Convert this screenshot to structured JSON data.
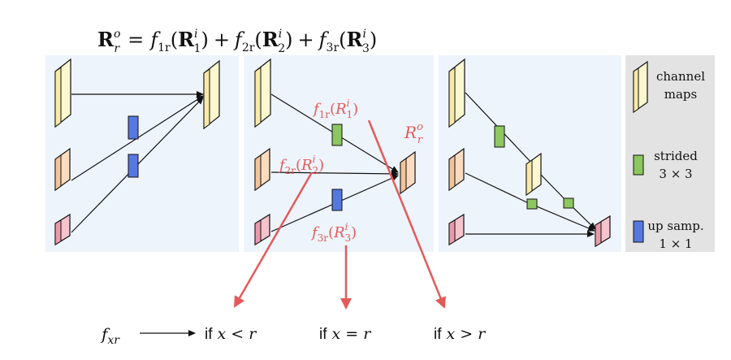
{
  "equation": {
    "lhs": "R",
    "lhs_sup": "o",
    "lhs_sub": "r",
    "eq": "=",
    "terms": [
      {
        "f": "f",
        "f_sub": "1r",
        "arg": "R",
        "arg_sup": "i",
        "arg_sub": "1"
      },
      {
        "f": "f",
        "f_sub": "2r",
        "arg": "R",
        "arg_sup": "i",
        "arg_sub": "2"
      },
      {
        "f": "f",
        "f_sub": "3r",
        "arg": "R",
        "arg_sup": "i",
        "arg_sub": "3"
      }
    ],
    "plus": "+"
  },
  "middle_labels": {
    "f1": {
      "f": "f",
      "sub": "1r",
      "arg": "R",
      "arg_sup": "i",
      "arg_sub": "1"
    },
    "f2": {
      "f": "f",
      "sub": "2r",
      "arg": "R",
      "arg_sup": "i",
      "arg_sub": "2"
    },
    "f3": {
      "f": "f",
      "sub": "3r",
      "arg": "R",
      "arg_sup": "i",
      "arg_sub": "3"
    },
    "out": {
      "base": "R",
      "sup": "o",
      "sub": "r"
    }
  },
  "legend": {
    "channel_line1": "channel",
    "channel_line2": "maps",
    "strided_line1": "strided",
    "strided_line2": "3 × 3",
    "upsamp_line1": "up samp.",
    "upsamp_line2": "1 × 1"
  },
  "bottom": {
    "fxr": "f",
    "fxr_sub": "xr",
    "case1_if": "if",
    "case1_expr": "x < r",
    "case2_if": "if",
    "case2_expr": "x = r",
    "case3_if": "if",
    "case3_expr": "x > r"
  },
  "colors": {
    "panel_bg": "#eef4fc",
    "legend_bg": "#e3e3e3",
    "yellow": "#fdf8d0",
    "orange": "#fbdcc0",
    "pink": "#f4c3cc",
    "green": "#8dc760",
    "blue": "#5578e0",
    "red": "#e45a5a",
    "ink": "#111111"
  }
}
